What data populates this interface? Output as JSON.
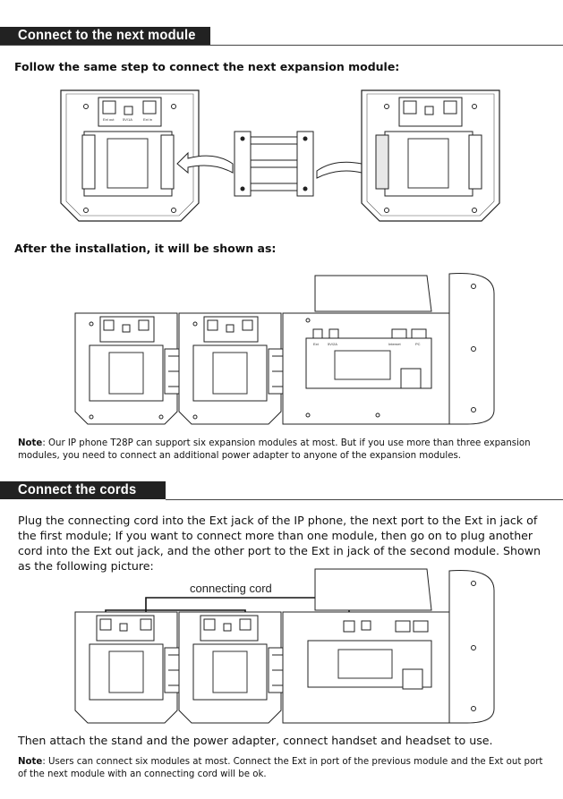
{
  "section1": {
    "title": "Connect to the next module",
    "instruction": "Follow the same step to connect the next expansion module:",
    "after_install": "After the installation, it will be shown as:",
    "note_label": "Note",
    "note_text": ": Our IP phone T28P can support six expansion modules at most. But if you use more than three expansion modules, you need to connect an additional power adapter to anyone of the expansion modules."
  },
  "section2": {
    "title": "Connect the cords",
    "paragraph": "Plug the connecting cord into the Ext jack of the IP phone, the next port to the Ext in jack of the first module; If you want to connect more than one module, then go on to plug another cord into the Ext out jack, and the other port to the Ext in jack of the second module. Shown as the following picture:",
    "diagram_label": "connecting cord",
    "attach_text": "Then attach the stand and the power adapter, connect handset and headset to use.",
    "note_label": "Note",
    "note_text": ": Users can connect six modules at most. Connect the Ext in port of the previous module and the Ext out port of the next module with an connecting cord will be ok."
  },
  "port_labels": {
    "ext_in": "Ext in",
    "ext_out": "Ext out",
    "power": "5V/1A",
    "phone_ext": "Ext",
    "phone_power": "5V/2A",
    "internet": "Internet",
    "pc": "PC"
  }
}
